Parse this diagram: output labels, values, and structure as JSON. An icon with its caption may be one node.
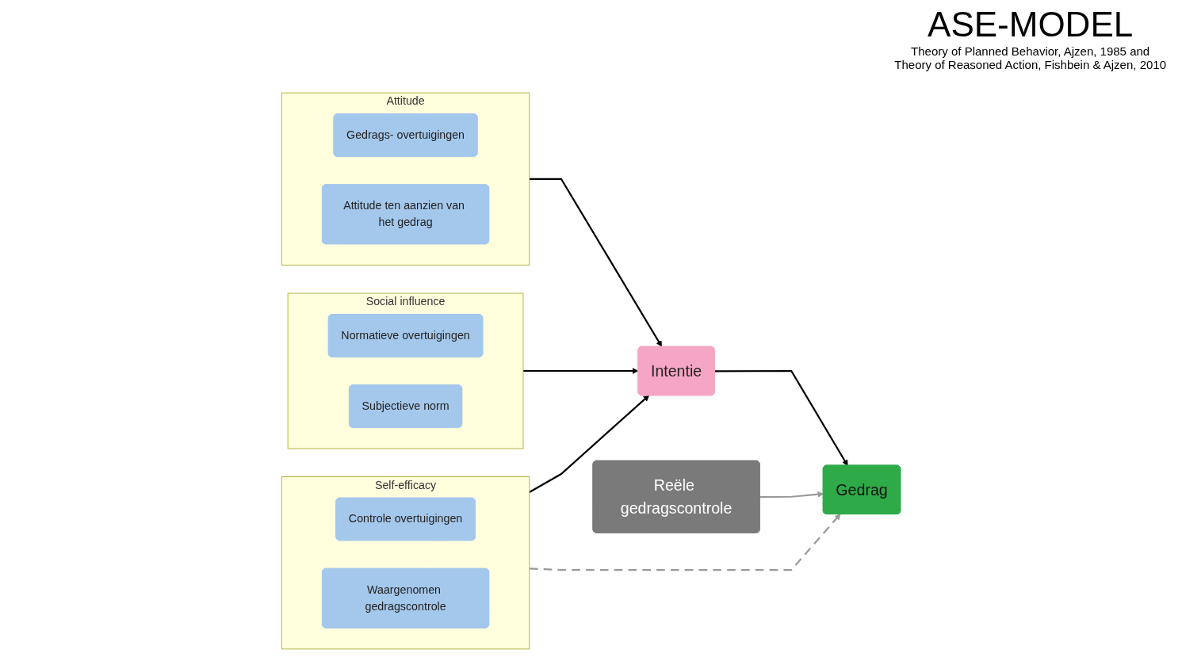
{
  "diagram": {
    "title": "ASE-MODEL",
    "nodes": [
      {
        "text": [
          "Attitude"
        ]
      },
      {
        "text": [
          "Gedrags- overtuigingen"
        ],
        "in": 0
      },
      {
        "text": [
          "Attitude ten aanzien van het gedrag"
        ],
        "in": 0
      },
      {
        "text": [
          "Social influence"
        ]
      },
      {
        "text": [
          "Normatieve overtuigingen"
        ],
        "in": 3
      },
      {
        "text": [
          "Subjectieve norm"
        ],
        "in": 3
      },
      {
        "text": [
          "Self-efficacy"
        ]
      },
      {
        "text": [
          "Controle overtuigingen"
        ],
        "in": 6
      },
      {
        "text": [
          "Waargenomen gedragscontrole"
        ],
        "in": 6
      },
      {
        "text": [
          "Intentie"
        ]
      },
      {
        "text": [
          "Gedrag"
        ]
      },
      {
        "text": [
          "Reële gedragscontrole"
        ]
      }
    ],
    "edges": [
      {
        "from": 0,
        "to": 9,
        "arrow": "to"
      },
      {
        "from": 3,
        "to": 9,
        "arrow": "to"
      },
      {
        "from": 6,
        "to": 9,
        "arrow": "to"
      },
      {
        "from": 9,
        "to": 10,
        "arrow": "to"
      },
      {
        "from": 6,
        "to": 10,
        "arrow": "to",
        "style": "dashed",
        "color": "#999999"
      },
      {
        "from": 11,
        "to": 10,
        "arrow": "to",
        "color": "#999999"
      }
    ],
    "labels": [
      "Theory of Planned Behavior, Ajzen, 1985 and",
      "Theory of Reasoned Action, Fishbein & Ajzen, 2010"
    ]
  }
}
